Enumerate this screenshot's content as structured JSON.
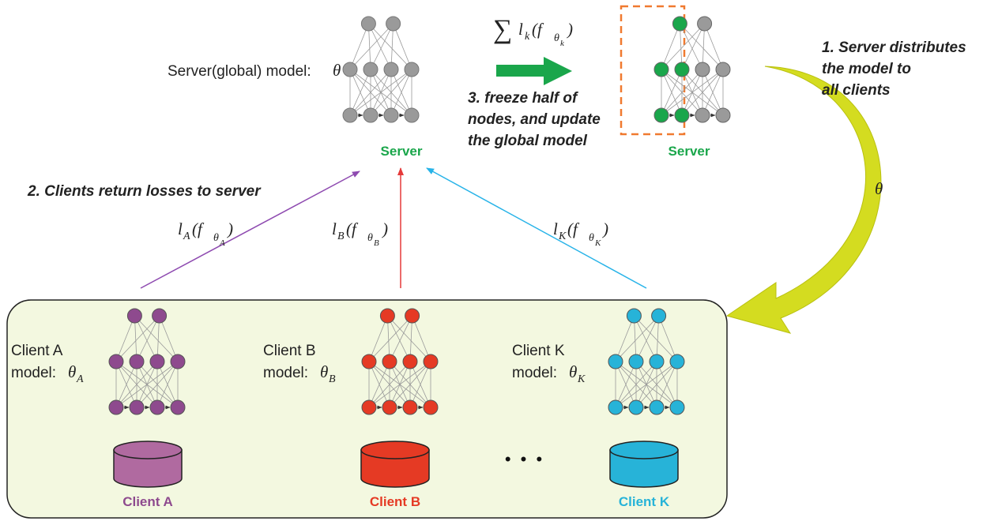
{
  "server_model": {
    "label": "Server(global) model: ",
    "theta": "θ",
    "caption": "Server",
    "color": "#9a9a9a"
  },
  "updated_server": {
    "caption": "Server",
    "highlight_color": "#1aa64b"
  },
  "aggregate": {
    "sigma": "∑",
    "loss": "l",
    "loss_sub": "k",
    "func_open": "(f",
    "theta": "θ",
    "theta_sub": "k",
    "close": ")"
  },
  "step1": {
    "line1": "1. Server distributes",
    "line2": "the model to",
    "line3": "all clients"
  },
  "step2": {
    "text": "2. Clients return losses to server"
  },
  "step3": {
    "line1": "3. freeze half of",
    "line2": "nodes, and update",
    "line3": "the global model"
  },
  "distribution_label": "θ",
  "ellipsis": "• • •",
  "clients": [
    {
      "name": "Client A",
      "model_prefix": "model: ",
      "theta": "θ",
      "sub": "A",
      "caption": "Client A",
      "color": "#8e4a8e",
      "db_color": "#b06aa0",
      "loss": {
        "l": "l",
        "sub": "A",
        "open": "(f",
        "theta": "θ",
        "close": ")"
      }
    },
    {
      "name": "Client B",
      "model_prefix": "model: ",
      "theta": "θ",
      "sub": "B",
      "caption": "Client B",
      "color": "#e53a24",
      "db_color": "#e53a24",
      "loss": {
        "l": "l",
        "sub": "B",
        "open": "(f",
        "theta": "θ",
        "close": ")"
      }
    },
    {
      "name": "Client K",
      "model_prefix": "model: ",
      "theta": "θ",
      "sub": "K",
      "caption": "Client K",
      "color": "#27b3d8",
      "db_color": "#27b3d8",
      "loss": {
        "l": "l",
        "sub": "K",
        "open": "(f",
        "theta": "θ",
        "close": ")"
      }
    }
  ],
  "colors": {
    "panel_fill": "#f3f8e0",
    "big_arrow": "#d4dc20",
    "green_arrow": "#1aa64b",
    "purple_line": "#8e4ab0",
    "red_line": "#e53a3a",
    "blue_line": "#27b3e8",
    "dashed_box": "#f07a30"
  }
}
